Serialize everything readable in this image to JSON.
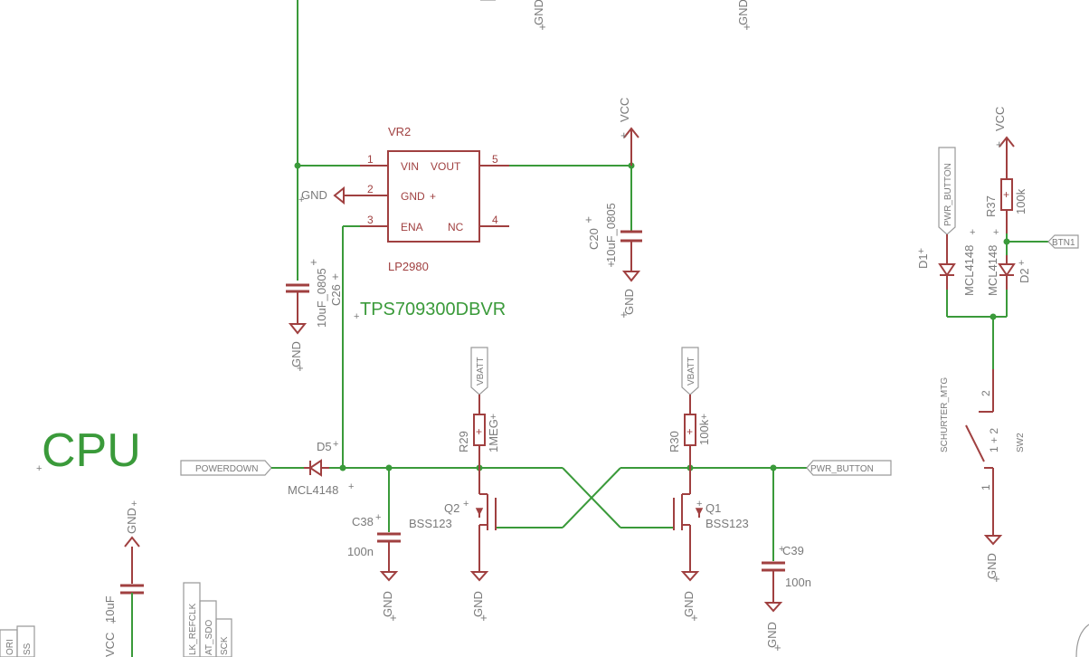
{
  "schematic": {
    "title_cpu": "CPU",
    "part_value_green": "TPS709300DBVR",
    "regulator": {
      "name": "VR2",
      "value": "LP2980",
      "pins": {
        "vin": "VIN",
        "vout": "VOUT",
        "gnd": "GND",
        "ena": "ENA",
        "nc": "NC"
      },
      "pin_numbers": {
        "p1": "1",
        "p2": "2",
        "p3": "3",
        "p4": "4",
        "p5": "5"
      }
    },
    "power": {
      "vcc": "VCC",
      "gnd": "GND",
      "vbatt": "VBATT"
    },
    "labels": {
      "powerdown": "POWERDOWN",
      "pwr_button": "PWR_BUTTON",
      "btn1": "BTN1",
      "schurter": "SCHURTER_MTG"
    },
    "capacitors": {
      "c26": {
        "name": "C26",
        "value": "10uF_0805"
      },
      "c20": {
        "name": "C20",
        "value": "10uF_0805"
      },
      "c38": {
        "name": "C38",
        "value": "100n"
      },
      "c39": {
        "name": "C39",
        "value": "100n"
      },
      "c_left": {
        "value": "10uF"
      }
    },
    "resistors": {
      "r29": {
        "name": "R29",
        "value": "1MEG"
      },
      "r30": {
        "name": "R30",
        "value": "100k"
      },
      "r37": {
        "name": "R37",
        "value": "100k"
      }
    },
    "transistors": {
      "q1": {
        "name": "Q1",
        "value": "BSS123"
      },
      "q2": {
        "name": "Q2",
        "value": "BSS123"
      }
    },
    "diodes": {
      "d5": {
        "name": "D5",
        "value": "MCL4148"
      },
      "d1": {
        "name": "D1",
        "value": "MCL4148"
      },
      "d2": {
        "name": "D2",
        "value": "MCL4148"
      }
    },
    "switch": {
      "name": "SW2",
      "pin1": "1",
      "pin2": "2",
      "pins_mid": "1 + 2"
    },
    "cpu_net_labels": [
      "ORI",
      "SS",
      "LK_REFCLK",
      "AT_SDO",
      "SCK"
    ]
  }
}
